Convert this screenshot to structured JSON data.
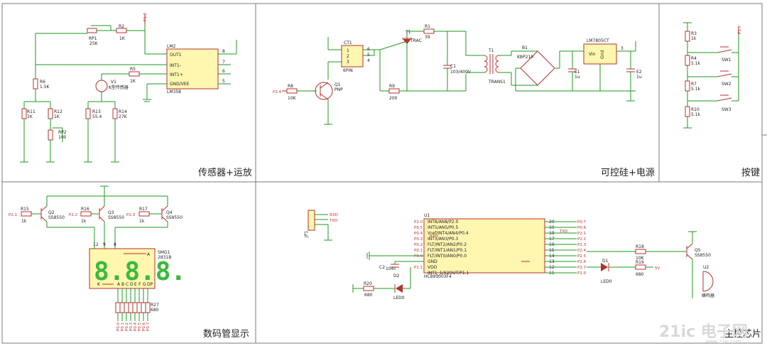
{
  "sections": {
    "sensor": "传感器+运放",
    "scr": "可控硅+电源",
    "keys": "按键",
    "display": "数码管显示",
    "mcu": "主控芯片"
  },
  "sensor": {
    "p10": "P1.0",
    "rp1": "RP1",
    "rp1v": "25K",
    "r2": "R2",
    "r2v": "1K",
    "lm2": "LM2",
    "lm358": "LM358",
    "pins": [
      "OUT1",
      "INT1-",
      "INT1+",
      "GND/VEE"
    ],
    "pinnums": [
      "8",
      "7",
      "6",
      "5"
    ],
    "r5": "R5",
    "r5v": "1K",
    "v1": "V1",
    "v1lab": "K型传感器",
    "r6": "R6",
    "r6v": "1.5K",
    "r11": "R11",
    "r11v": "1K",
    "r12": "R12",
    "r12v": "1K",
    "rp2": "RP2",
    "rp2v": "100",
    "r13": "R13",
    "r13v": "55.4",
    "r14": "R14",
    "r14v": "27K"
  },
  "scr": {
    "ct1": "CT1",
    "ct1v": "6PIN",
    "ctpins": [
      "1",
      "2",
      "3",
      "6",
      "5",
      "4"
    ],
    "p24": "P2.4",
    "r8": "R8",
    "r8v": "10K",
    "q1": "Q1",
    "q1v": "PNP",
    "r9": "R9",
    "r9v": "200",
    "t1": "T1",
    "trac": "TRAC",
    "r1": "R1",
    "r1v": "39",
    "c1": "C1",
    "c1v": "103/400V",
    "t1x": "T1",
    "trans": "TRANS1",
    "b1": "B1",
    "b1v": "KBP210",
    "e1": "E1",
    "e1v": "1u",
    "lm7805": "LM7805CT",
    "vin": "Vin",
    "gnd": "Gnd",
    "pin3": "3",
    "e2": "E2",
    "e2v": "1u"
  },
  "keys": {
    "p17": "P1.7",
    "r3": "R3",
    "r3v": "1k",
    "r4": "R4",
    "r4v": "5.1k",
    "r7": "R7",
    "r7v": "5.1k",
    "r10": "R10",
    "r10v": "5.1k",
    "sw1": "SW1",
    "sw2": "SW2",
    "sw3": "SW3"
  },
  "display": {
    "groups": [
      {
        "port": "P2.1",
        "r": "R15",
        "rv": "1k",
        "q": "Q2",
        "qv": "SS8550"
      },
      {
        "port": "P2.2",
        "r": "R16",
        "rv": "1k",
        "q": "Q3",
        "qv": "SS8550"
      },
      {
        "port": "P2.3",
        "r": "R17",
        "rv": "1k",
        "q": "Q4",
        "qv": "SS8550"
      }
    ],
    "digits": "8.8.8.",
    "smg1": "SMG1",
    "smgv": "2831B",
    "com": [
      "12",
      "9",
      "8"
    ],
    "a": "A",
    "k": "K",
    "segs": [
      "A",
      "B",
      "C",
      "D",
      "E",
      "F",
      "G",
      "DP"
    ],
    "r27": "R27",
    "r27v": "680",
    "ports": [
      "P0.0",
      "P0.1",
      "P0.2",
      "P0.3",
      "P0.4",
      "P0.5",
      "P0.6",
      "P0.7"
    ]
  },
  "mcu": {
    "jp1": "JP1",
    "rxd": "RXD",
    "txd": "TXD",
    "u1": "U1",
    "chip": "HC89S003F4",
    "left_ports": [
      "P2.0",
      "P0.5",
      "P0.4",
      "P0.3",
      "P0.2",
      "P0.1",
      "P0.0",
      "",
      "P1.1"
    ],
    "left_pins": [
      "INT8/AN8/P2.0",
      "INT5/AN5/P0.5",
      "Vref/INT4/AN4/P0.4",
      "INT3/AN3/P0.3",
      "FLT/INT2/AN2/P0.2",
      "FLT/INT1/AN1/P0.1",
      "FLT/INT0/AN0/P0.0",
      "GND",
      "VDD",
      "INT1_1/X2OUT/P1.1"
    ],
    "rxd_mark": "RXD",
    "right_pins": [
      "20",
      "19",
      "18",
      "17",
      "16",
      "15",
      "14",
      "13",
      "12",
      "11"
    ],
    "right_ports": [
      "P0.7",
      "P0.6",
      "P2.1",
      "P2.2",
      "P2.3",
      "P2.4",
      "P2.5",
      "P2.6",
      "P2.7",
      "P1.0"
    ],
    "txd_mark": "TXD",
    "c2": "C2",
    "c2v": "104",
    "d2": "D2",
    "led": "LED0",
    "r20": "R20",
    "r20v": "680",
    "d1": "D1",
    "led1": "LED0",
    "r18": "R18",
    "r18v": "10K",
    "r19": "R19",
    "r19v": "680",
    "v5": "5V",
    "q5": "Q5",
    "q5v": "SS8550",
    "u2": "U2",
    "buzz": "蜂鸣器"
  },
  "watermark": {
    "logo": "21ic 电子网",
    "url": "www.21ic.com"
  }
}
